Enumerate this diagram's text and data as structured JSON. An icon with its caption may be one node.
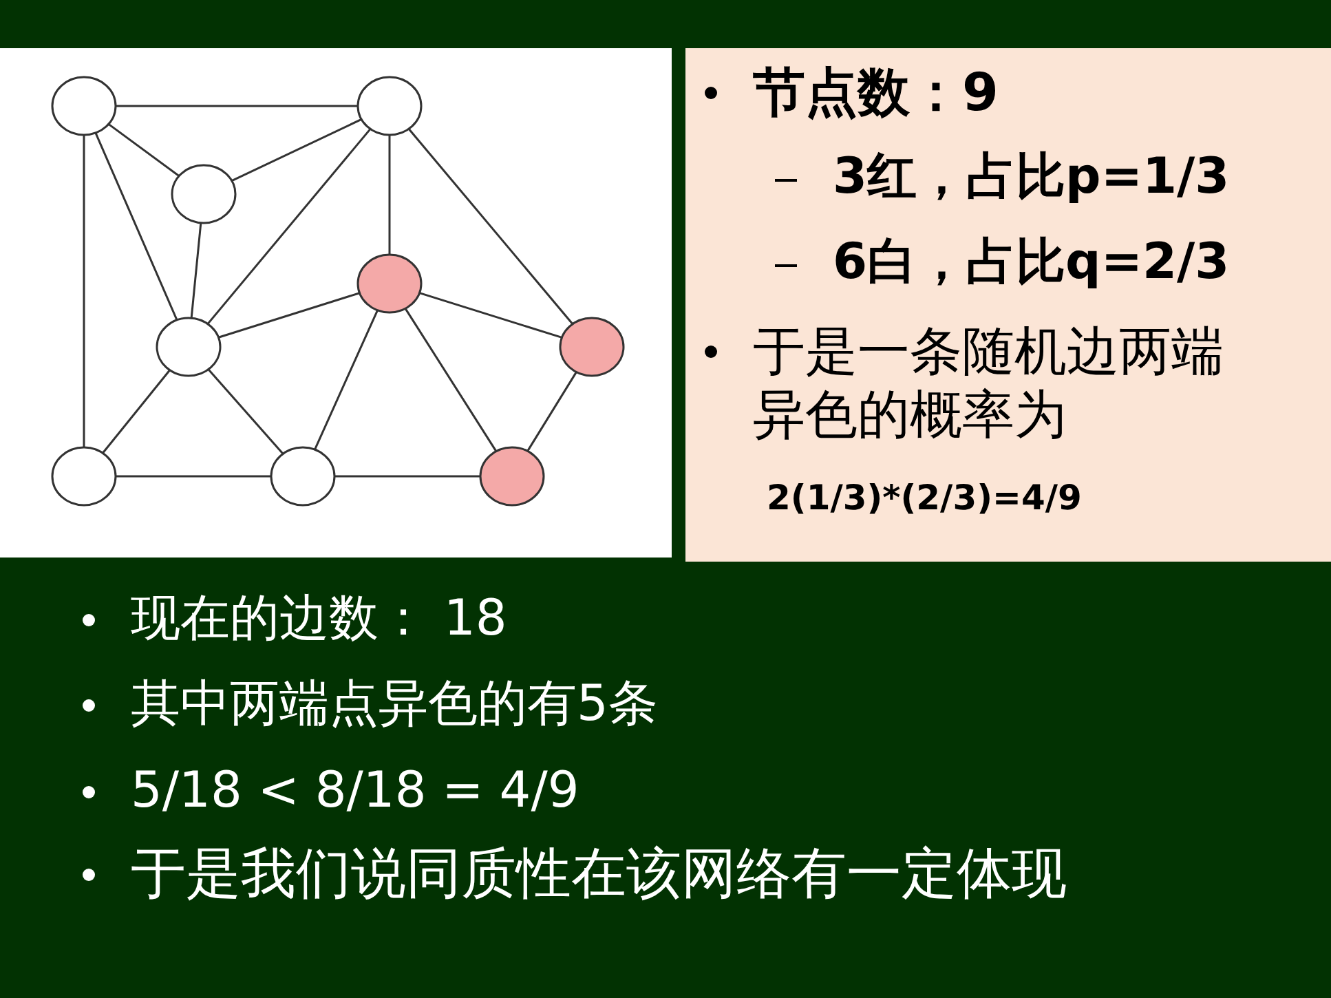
{
  "diagram": {
    "nodes": [
      {
        "text": [],
        "shape": "circle"
      },
      {
        "text": [],
        "shape": "circle"
      },
      {
        "text": [],
        "shape": "circle"
      },
      {
        "text": [],
        "shape": "circle"
      },
      {
        "text": [],
        "shape": "circle"
      },
      {
        "text": [],
        "shape": "circle"
      },
      {
        "text": [],
        "shape": "circle"
      },
      {
        "text": [],
        "shape": "circle"
      },
      {
        "text": [],
        "shape": "circle"
      }
    ],
    "edges": [
      {
        "from": 0,
        "to": 1,
        "arrow": "none"
      },
      {
        "from": 0,
        "to": 2,
        "arrow": "none"
      },
      {
        "from": 0,
        "to": 4,
        "arrow": "none"
      },
      {
        "from": 0,
        "to": 6,
        "arrow": "none"
      },
      {
        "from": 1,
        "to": 2,
        "arrow": "none"
      },
      {
        "from": 1,
        "to": 4,
        "arrow": "none"
      },
      {
        "from": 1,
        "to": 3,
        "arrow": "none"
      },
      {
        "from": 1,
        "to": 5,
        "arrow": "none"
      },
      {
        "from": 2,
        "to": 4,
        "arrow": "none"
      },
      {
        "from": 4,
        "to": 3,
        "arrow": "none"
      },
      {
        "from": 4,
        "to": 6,
        "arrow": "none"
      },
      {
        "from": 4,
        "to": 7,
        "arrow": "none"
      },
      {
        "from": 3,
        "to": 5,
        "arrow": "none"
      },
      {
        "from": 3,
        "to": 7,
        "arrow": "none"
      },
      {
        "from": 3,
        "to": 8,
        "arrow": "none"
      },
      {
        "from": 5,
        "to": 8,
        "arrow": "none"
      },
      {
        "from": 6,
        "to": 7,
        "arrow": "none"
      },
      {
        "from": 7,
        "to": 8,
        "arrow": "none"
      }
    ],
    "labels": [
      "节点数：9",
      "3红，占比p=1/3",
      "6白，占比q=2/3",
      "于是一条随机边两端异色的概率为",
      "2(1/3)*(2/3)=4/9",
      "现在的边数： 18",
      "其中两端点异色的有5条",
      "5/18 < 8/18 = 4/9",
      "于是我们说同质性在该网络有一定体现"
    ]
  }
}
